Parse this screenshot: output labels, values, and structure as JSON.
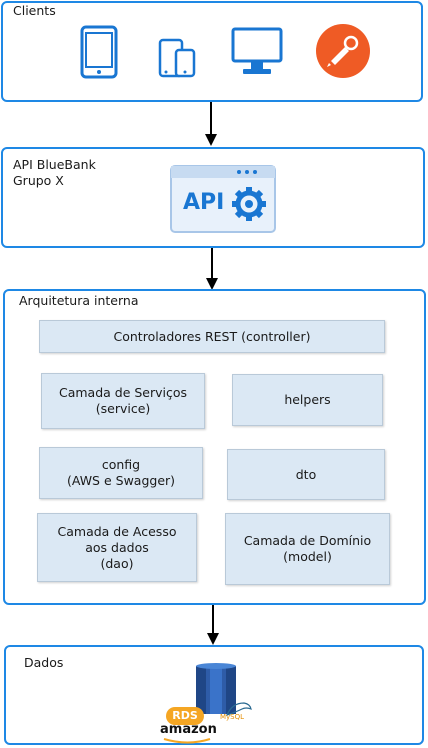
{
  "clients": {
    "title": "Clients",
    "icons": [
      "tablet-icon",
      "mobile-devices-icon",
      "desktop-monitor-icon",
      "postman-logo-icon"
    ]
  },
  "api": {
    "title_line1": "API BlueBank",
    "title_line2": "Grupo X",
    "badge_text": "API"
  },
  "internal": {
    "title": "Arquitetura interna",
    "boxes": {
      "controller": {
        "line1": "Controladores REST (controller)"
      },
      "service": {
        "line1": "Camada de Serviços",
        "line2": "(service)"
      },
      "helpers": {
        "line1": "helpers"
      },
      "config": {
        "line1": "config",
        "line2": "(AWS e Swagger)"
      },
      "dto": {
        "line1": "dto"
      },
      "dao": {
        "line1": "Camada de Acesso",
        "line2": "aos dados",
        "line3": "(dao)"
      },
      "model": {
        "line1": "Camada de Domínio",
        "line2": "(model)"
      }
    }
  },
  "data": {
    "title": "Dados",
    "rds_label": "RDS",
    "amazon_label": "amazon",
    "mysql_label": "MySQL"
  },
  "colors": {
    "border": "#1e88e5",
    "box_fill": "#dbe8f4",
    "icon_blue": "#1976d2",
    "postman_orange": "#ef5b25"
  }
}
